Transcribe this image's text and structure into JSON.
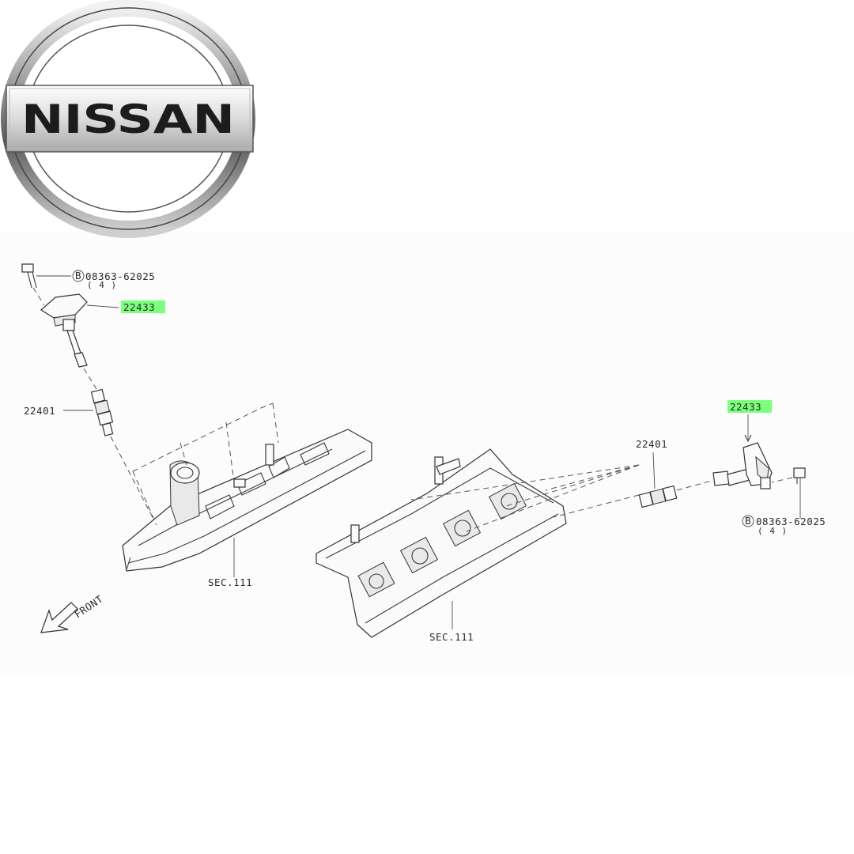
{
  "logo": {
    "brand": "NISSAN"
  },
  "diagram": {
    "left": {
      "bolt_ref": "08363-62025",
      "bolt_qty": "( 4 )",
      "coil_part": "22433",
      "plug_part": "22401",
      "section": "SEC.111",
      "bolt_marker": "B"
    },
    "right": {
      "bolt_ref": "08363-62025",
      "bolt_qty": "( 4 )",
      "coil_part": "22433",
      "plug_part": "22401",
      "section": "SEC.111",
      "bolt_marker": "B"
    },
    "front_label": "FRONT",
    "highlight_color": "#7CFF7C"
  }
}
